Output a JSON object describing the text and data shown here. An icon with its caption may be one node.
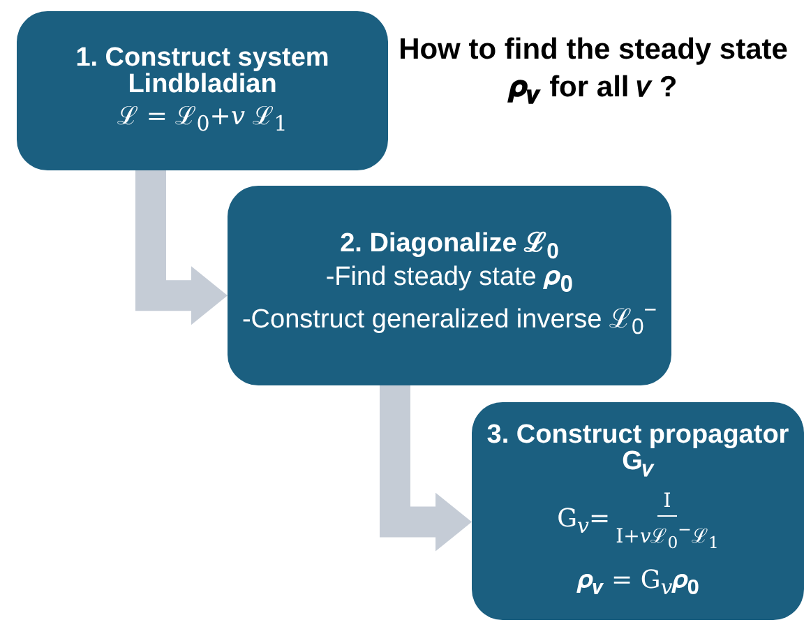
{
  "diagram": {
    "title": "How to find the steady state 𝝆$_{𝒗}$ for all 𝑣 ?",
    "nodes": [
      {
        "text": [
          "1. Construct system Lindbladian",
          "ℒ = ℒ$_{0}$+𝑣 ℒ$_{1}$"
        ]
      },
      {
        "text": [
          "2. Diagonalize ℒ$_{0}$",
          "-Find steady state 𝝆$_{𝟎}$",
          "-Construct generalized inverse ℒ$_{0}$$^{−}$"
        ]
      },
      {
        "text": [
          "3. Construct propagator G$_{𝑣}$",
          "G$_{𝑣}$=",
          "I",
          "I+𝑣ℒ$_{0}$$^{−}$ℒ$_{1}$",
          "𝝆$_{𝒗}$ = G$_{𝑣}$𝝆$_{𝟎}$"
        ]
      }
    ],
    "edges": [
      {
        "from": 0,
        "to": 1,
        "arrow": "to"
      },
      {
        "from": 1,
        "to": 2,
        "arrow": "to"
      }
    ]
  }
}
